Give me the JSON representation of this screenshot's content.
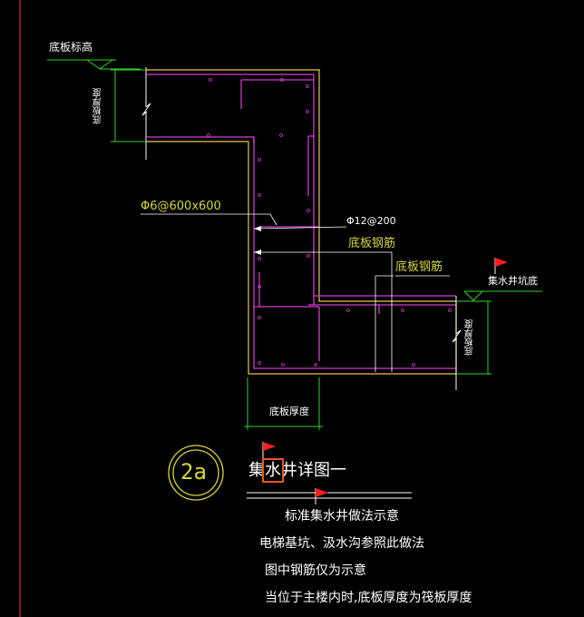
{
  "labels": {
    "slab_elev": "底板标高",
    "slab_thk_left": "底板厚度",
    "rebar_dist": "Φ6@600x600",
    "rebar_main": "Φ12@200",
    "slab_rebar_1": "底板钢筋",
    "slab_rebar_2": "底板钢筋",
    "pit_bottom": "集水井坑底",
    "slab_thk_right": "底板厚度",
    "slab_thk_bottom": "底板厚度"
  },
  "detail": {
    "badge": "2a",
    "title_pre": "集",
    "title_box": "水",
    "title_post": "井详图一"
  },
  "notes": [
    "标准集水井做法示意",
    "电梯基坑、汲水沟参照此做法",
    "图中钢筋仅为示意",
    "当位于主楼内时,底板厚度为筏板厚度"
  ],
  "colors": {
    "background": "#000000",
    "concrete_outline": "#e8c44a",
    "rebar": "#d23ad2",
    "dimension": "#2cd42c",
    "label_yellow": "#d6d63a",
    "leader": "#ffffff",
    "text": "#ffffff",
    "flag": "#ff2020",
    "highlight": "#e65a1e",
    "border_line": "#c81e1e"
  }
}
